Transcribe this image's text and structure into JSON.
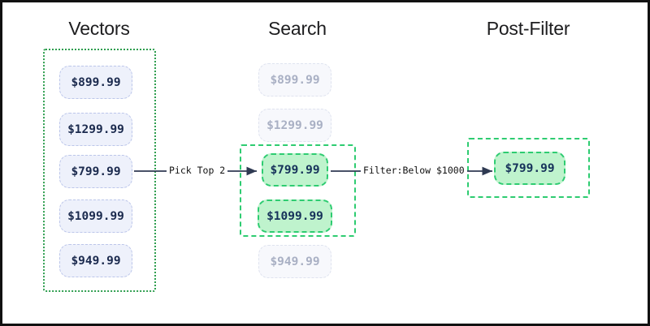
{
  "diagram": {
    "title_vectors": "Vectors",
    "title_search": "Search",
    "title_postfilter": "Post-Filter",
    "arrow_label_1": "Pick Top 2",
    "arrow_label_2": "Filter:Below $1000",
    "colors": {
      "frame_border": "#111111",
      "group_dotted_green": "#2e9e4f",
      "group_dashed_green": "#2ecc71",
      "chip_vector_fill": "#eef1fb",
      "chip_vector_border": "#bcc6ea",
      "chip_vector_text": "#1b2a4e",
      "chip_faded_fill": "#f7f8fc",
      "chip_faded_border": "#dfe3ef",
      "chip_faded_text": "#a9b0c4",
      "chip_green_fill": "#bff3cd",
      "chip_green_border": "#2ecc71",
      "chip_green_text": "#16325a",
      "arrow_stroke": "#2f3a52",
      "title_text": "#1d1d1f"
    }
  },
  "columns": {
    "vectors": {
      "label": "Vectors",
      "items": [
        {
          "price": "$899.99",
          "state": "normal"
        },
        {
          "price": "$1299.99",
          "state": "normal"
        },
        {
          "price": "$799.99",
          "state": "normal"
        },
        {
          "price": "$1099.99",
          "state": "normal"
        },
        {
          "price": "$949.99",
          "state": "normal"
        }
      ]
    },
    "search": {
      "label": "Search",
      "items": [
        {
          "price": "$899.99",
          "state": "faded"
        },
        {
          "price": "$1299.99",
          "state": "faded"
        },
        {
          "price": "$799.99",
          "state": "selected"
        },
        {
          "price": "$1099.99",
          "state": "selected"
        },
        {
          "price": "$949.99",
          "state": "faded"
        }
      ]
    },
    "postfilter": {
      "label": "Post-Filter",
      "items": [
        {
          "price": "$799.99",
          "state": "selected"
        }
      ]
    }
  }
}
